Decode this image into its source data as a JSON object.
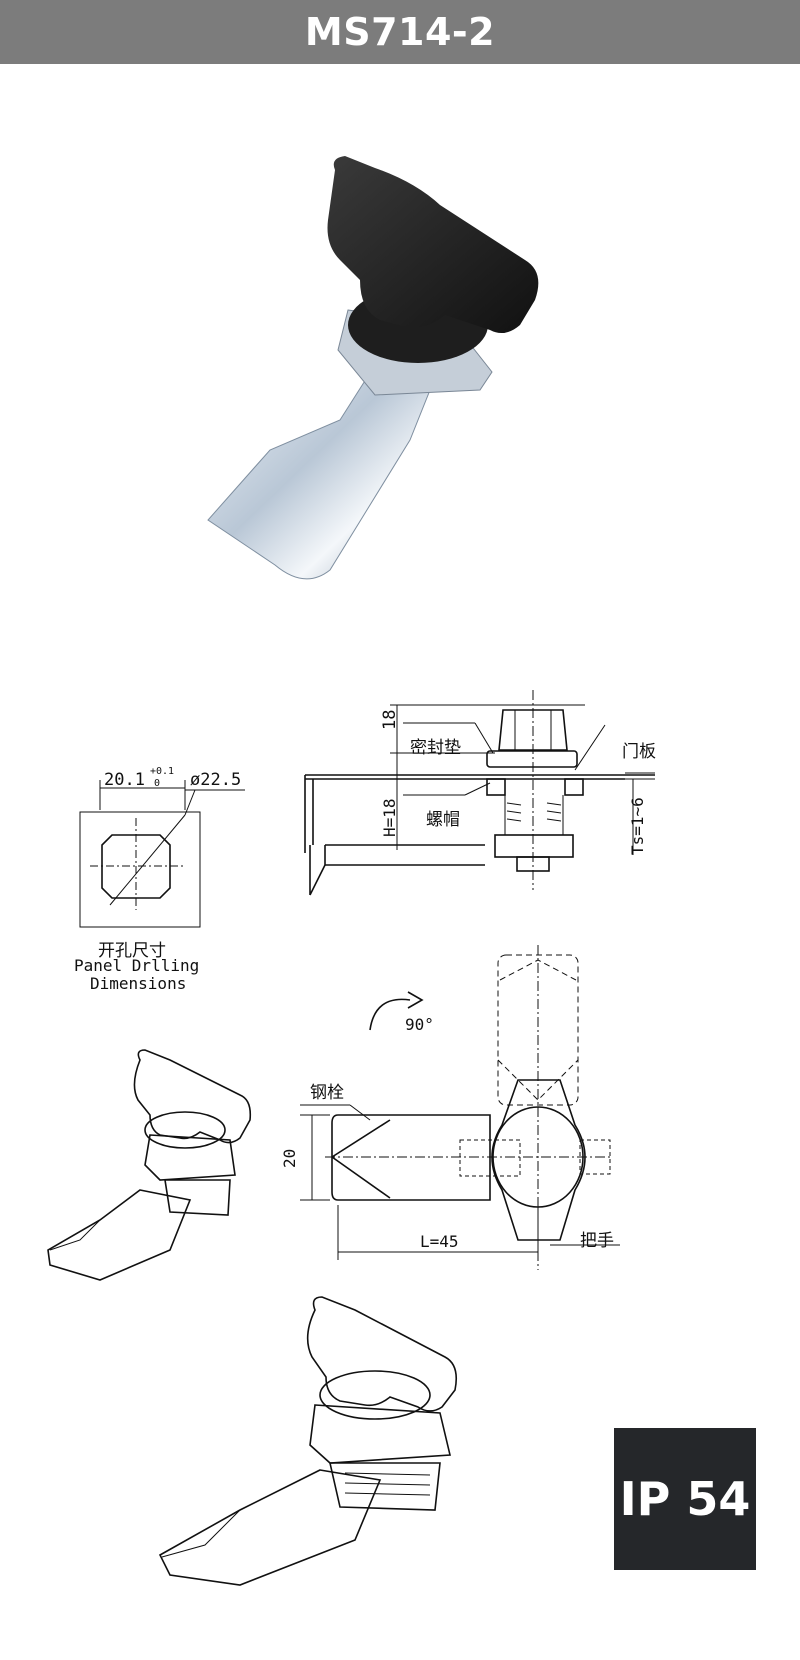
{
  "header": {
    "title": "MS714-2"
  },
  "panel_drilling": {
    "width_dim": "20.1",
    "tolerance_upper": "+0.1",
    "tolerance_lower": "0",
    "diameter_dim": "ø22.5",
    "caption_cn": "开孔尺寸",
    "caption_en_line1": "Panel Drlling",
    "caption_en_line2": "Dimensions"
  },
  "side_view": {
    "height_18": "18",
    "gasket_label": "密封垫",
    "door_panel_label": "门板",
    "h_label": "H=18",
    "nut_label": "螺帽",
    "ts_label": "Ts=1~6"
  },
  "top_view": {
    "rotation_label": "90°",
    "bolt_label": "钢栓",
    "width_20": "20",
    "length_label": "L=45",
    "handle_label": "把手"
  },
  "badge": {
    "ip_rating": "IP 54"
  },
  "colors": {
    "header_bg": "#7c7c7c",
    "badge_bg": "#25272a"
  }
}
